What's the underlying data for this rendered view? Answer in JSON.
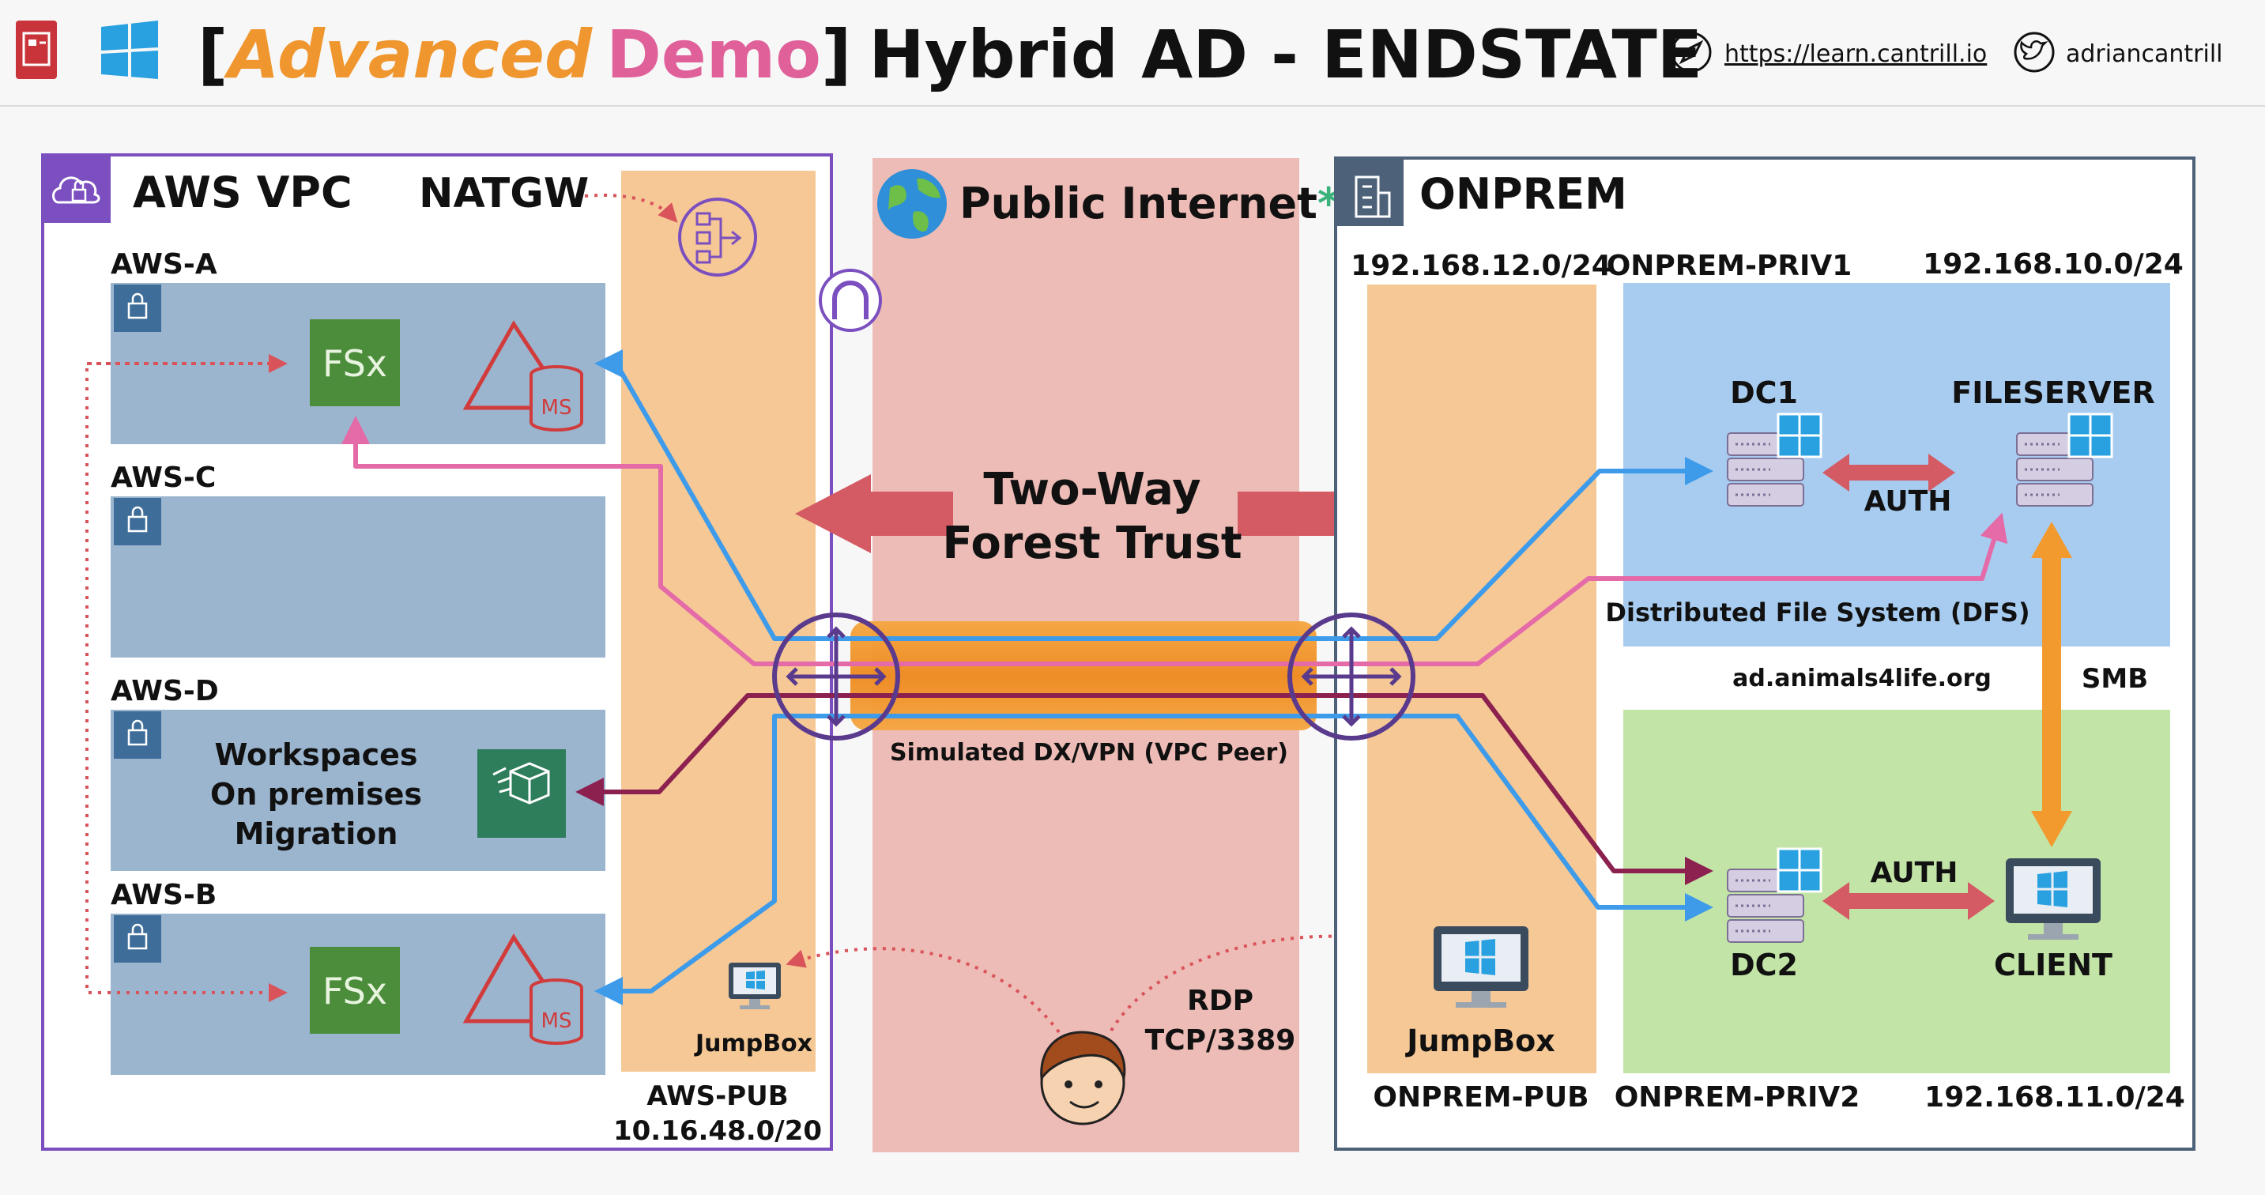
{
  "header": {
    "bracket_open": "[",
    "advanced": "Advanced",
    "demo": "Demo",
    "bracket_close": "]",
    "title": "Hybrid AD - ENDSTATE",
    "link_text": "https://learn.cantrill.io",
    "twitter_text": "adriancantrill",
    "colors": {
      "advanced": "#f0962e",
      "demo": "#e0609a",
      "title": "#111111"
    }
  },
  "aws": {
    "title": "AWS VPC",
    "natgw_label": "NATGW",
    "subnets": {
      "a": "AWS-A",
      "c": "AWS-C",
      "d": "AWS-D",
      "b": "AWS-B"
    },
    "fsx_label": "FSx",
    "ms_label": "MS",
    "workspaces": [
      "Workspaces",
      "On premises",
      "Migration"
    ],
    "jumpbox_label": "JumpBox",
    "pub_label": "AWS-PUB",
    "pub_cidr": "10.16.48.0/20",
    "colors": {
      "border": "#7b4fbf",
      "subnet": "#9bb5cf",
      "public": "#f5c896",
      "fsx": "#4b8d3a",
      "rds": "#d13b3b",
      "workspaces": "#2e7d5b"
    }
  },
  "internet": {
    "title": "Public Internet",
    "asterisk": "*",
    "trust_line1": "Two-Way",
    "trust_line2": "Forest Trust",
    "dx_label": "Simulated DX/VPN (VPC Peer)",
    "rdp_line1": "RDP",
    "rdp_line2": "TCP/3389",
    "colors": {
      "bg": "#eebcb6",
      "asterisk": "#3bb27a",
      "trust_arrow": "#d45a63"
    }
  },
  "onprem": {
    "title": "ONPREM",
    "pub_cidr": "192.168.12.0/24",
    "priv1_label": "ONPREM-PRIV1",
    "priv1_cidr": "192.168.10.0/24",
    "dc1_label": "DC1",
    "fileserver_label": "FILESERVER",
    "auth_label": "AUTH",
    "dfs_label": "Distributed File System (DFS)",
    "domain_label": "ad.animals4life.org",
    "smb_label": "SMB",
    "dc2_label": "DC2",
    "client_label": "CLIENT",
    "auth2_label": "AUTH",
    "jumpbox_label": "JumpBox",
    "pub_label": "ONPREM-PUB",
    "priv2_label": "ONPREM-PRIV2",
    "priv2_cidr": "192.168.11.0/24",
    "colors": {
      "border": "#4d6178",
      "priv1": "#a8ccf0",
      "priv2": "#c2e4a6",
      "public": "#f5c896",
      "auth_arrow": "#d45a63",
      "smb_arrow": "#f29a2e"
    }
  },
  "flows": {
    "colors": {
      "blue": "#3d9bea",
      "pink": "#e46aa8",
      "maroon": "#8c2150",
      "dotted": "#d9535a"
    }
  },
  "icons": [
    "presentation-icon",
    "windows-icon",
    "compass-icon",
    "twitter-icon",
    "cloud-lock-icon",
    "building-icon",
    "globe-icon",
    "nat-gateway-icon",
    "internet-gateway-icon",
    "lock-icon",
    "fsx-icon",
    "rds-icon",
    "workspaces-icon",
    "monitor-icon",
    "server-icon",
    "peering-icon",
    "person-icon"
  ]
}
